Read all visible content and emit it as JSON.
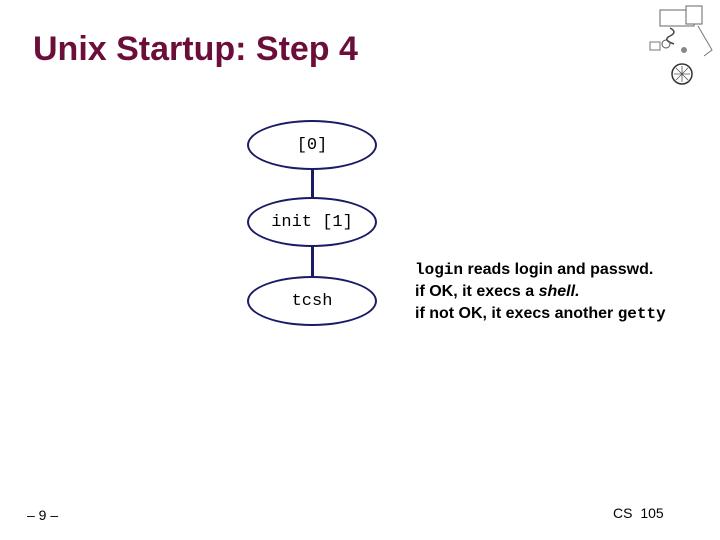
{
  "slide": {
    "title": "Unix Startup: Step 4",
    "page_number": "– 9 –",
    "course": "CS 105",
    "logo_icon": "hmc-cs-logo-icon",
    "colors": {
      "title": "#6b0f3a",
      "node_border": "#1a1a66"
    }
  },
  "tree": {
    "nodes": [
      {
        "label": "[0]"
      },
      {
        "label": "init [1]"
      },
      {
        "label": "tcsh"
      }
    ]
  },
  "note": {
    "line1_code": "login",
    "line1_text": " reads login and passwd.",
    "line2_text": "if OK, it execs a ",
    "line2_italic": "shell.",
    "line3_text": "if not OK, it execs another ",
    "line3_code": "getty"
  }
}
